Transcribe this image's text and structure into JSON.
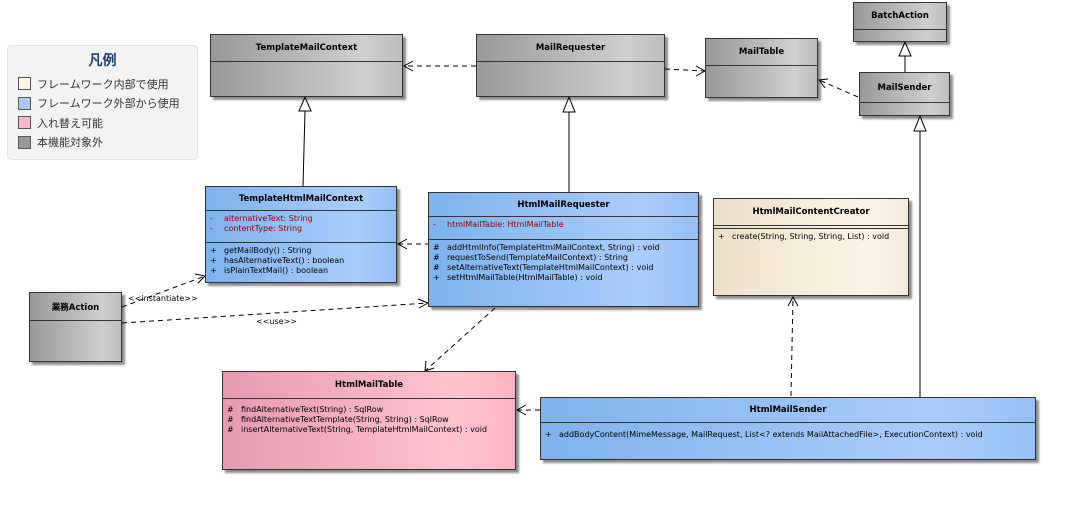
{
  "legend": {
    "title": "凡例",
    "items": [
      {
        "label": "フレームワーク内部で使用",
        "color": "#fdf5e6"
      },
      {
        "label": "フレームワーク外部から使用",
        "color": "#a8c8f8"
      },
      {
        "label": "入れ替え可能",
        "color": "#ffb6c8"
      },
      {
        "label": "本機能対象外",
        "color": "#999999"
      }
    ]
  },
  "classes": {
    "template_mail_context": {
      "name": "TemplateMailContext"
    },
    "mail_requester": {
      "name": "MailRequester"
    },
    "mail_table": {
      "name": "MailTable"
    },
    "batch_action": {
      "name": "BatchAction"
    },
    "mail_sender": {
      "name": "MailSender"
    },
    "template_html_mail_context": {
      "name": "TemplateHtmlMailContext",
      "attributes": [
        {
          "vis": "-",
          "text": "alternativeText:  String"
        },
        {
          "vis": "-",
          "text": "contentType:  String"
        }
      ],
      "operations": [
        {
          "vis": "+",
          "text": "getMailBody() : String"
        },
        {
          "vis": "+",
          "text": "hasAlternativeText() : boolean"
        },
        {
          "vis": "+",
          "text": "isPlainTextMail() : boolean"
        }
      ]
    },
    "html_mail_requester": {
      "name": "HtmlMailRequester",
      "attributes": [
        {
          "vis": "-",
          "text": "htmlMailTable:  HtmlMailTable"
        }
      ],
      "operations": [
        {
          "vis": "#",
          "text": "addHtmlInfo(TemplateHtmlMailContext, String) : void"
        },
        {
          "vis": "#",
          "text": "requestToSend(TemplateMailContext) : String"
        },
        {
          "vis": "#",
          "text": "setAlternativeText(TemplateHtmlMailContext) : void"
        },
        {
          "vis": "+",
          "text": "setHtmlMailTable(HtmlMailTable) : void"
        }
      ]
    },
    "html_mail_content_creator": {
      "name": "HtmlMailContentCreator",
      "operations": [
        {
          "vis": "+",
          "text": "create(String, String, String, List) : void"
        }
      ]
    },
    "business_action": {
      "name": "業務Action"
    },
    "html_mail_table": {
      "name": "HtmlMailTable",
      "operations": [
        {
          "vis": "#",
          "text": "findAlternativeText(String) : SqlRow"
        },
        {
          "vis": "#",
          "text": "findAlternativeTextTemplate(String, String) : SqlRow"
        },
        {
          "vis": "#",
          "text": "insertAlternativeText(String, TemplateHtmlMailContext) : void"
        }
      ]
    },
    "html_mail_sender": {
      "name": "HtmlMailSender",
      "operations": [
        {
          "vis": "+",
          "text": "addBodyContent(MimeMessage, MailRequest, List<? extends MailAttachedFile>, ExecutionContext) : void"
        }
      ]
    }
  },
  "edge_labels": {
    "instantiate": "<<instantiate>>",
    "use": "<<use>>"
  }
}
